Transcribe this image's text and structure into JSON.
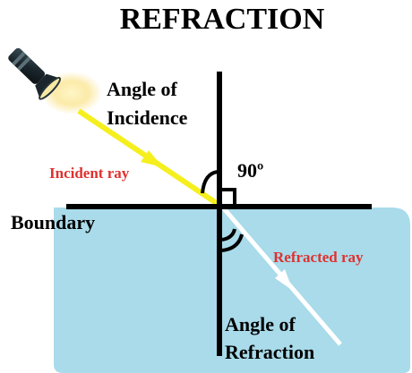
{
  "title": "REFRACTION",
  "labels": {
    "angle_of_incidence": [
      "Angle of",
      "Incidence"
    ],
    "incident_ray": "Incident ray",
    "right_angle": "90º",
    "boundary": "Boundary",
    "refracted_ray": "Refracted ray",
    "angle_of_refraction": [
      "Angle of",
      "Refraction"
    ]
  },
  "colors": {
    "water": "#a9dbea",
    "incident_ray": "#f5ef1e",
    "refracted_ray": "#ffffff",
    "label_red": "#e0312f",
    "lines": "#000000"
  },
  "icons": {
    "light_source": "flashlight-icon"
  }
}
